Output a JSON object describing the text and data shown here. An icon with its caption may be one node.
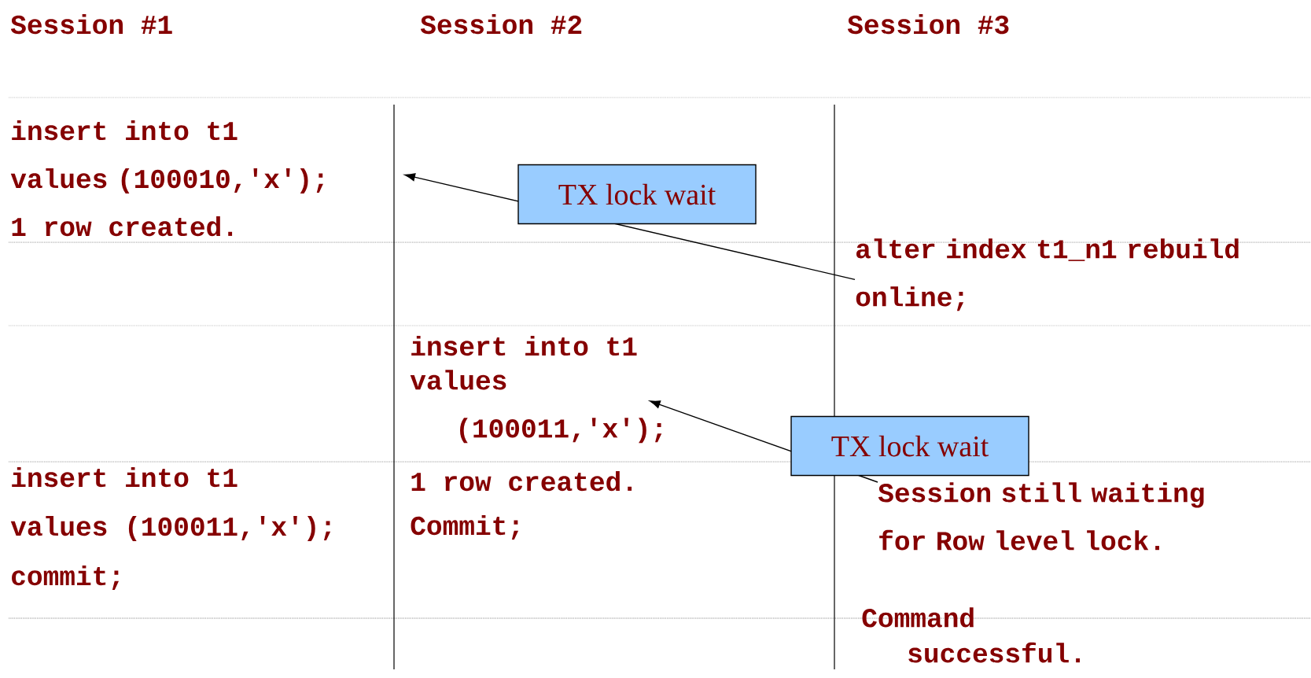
{
  "diagram": {
    "nodes": [
      {
        "text": [
          "values (100010,'x');"
        ]
      },
      {
        "text": [
          "alter index t1_n1 rebuild online;"
        ]
      },
      {
        "text": [
          "values (100011,'x');"
        ]
      },
      {
        "text": [
          "Session still waiting for Row level lock."
        ]
      }
    ],
    "edges": [
      {
        "from": 1,
        "to": 0,
        "arrow": "to",
        "label": "TX lock wait"
      },
      {
        "from": 3,
        "to": 2,
        "arrow": "to",
        "label": "TX lock wait"
      }
    ],
    "labels": [
      "Session #1",
      "Session #2",
      "Session #3",
      "insert into t1",
      "1 row created.",
      "insert into t1",
      "1 row created.",
      "Commit;",
      "insert into t1",
      "values (100011,'x');",
      "commit;",
      "Command successful."
    ]
  }
}
